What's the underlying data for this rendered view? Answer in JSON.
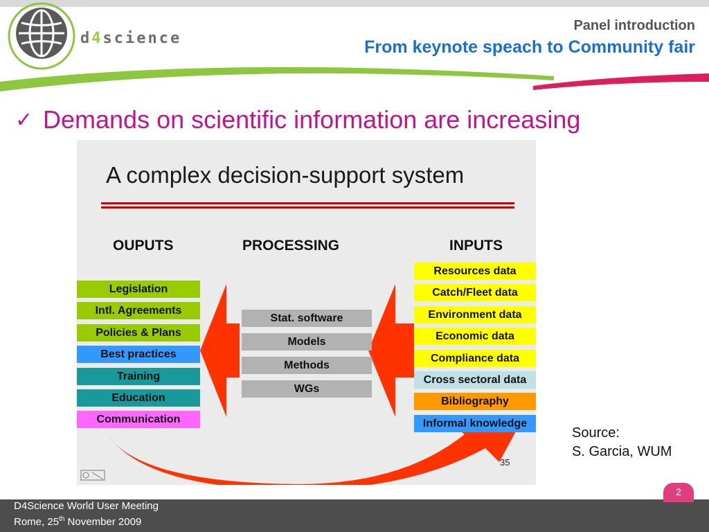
{
  "header": {
    "panel_intro": "Panel introduction",
    "title": "From keynote speach to Community fair",
    "logo_text_prefix": "d",
    "logo_text_four": "4",
    "logo_text_suffix": "science"
  },
  "bullet": {
    "check": "✓",
    "text": "Demands on scientific information are increasing"
  },
  "figure": {
    "title": "A complex decision-support system",
    "outputs_heading": "OUPUTS",
    "processing_heading": "PROCESSING",
    "inputs_heading": "INPUTS",
    "outputs": [
      {
        "label": "Legislation",
        "color": "#99cc00"
      },
      {
        "label": "Intl. Agreements",
        "color": "#99cc00"
      },
      {
        "label": "Policies & Plans",
        "color": "#99cc00"
      },
      {
        "label": "Best practices",
        "color": "#3399ff"
      },
      {
        "label": "Training",
        "color": "#199999"
      },
      {
        "label": "Education",
        "color": "#199999"
      },
      {
        "label": "Communication",
        "color": "#ff66ff"
      }
    ],
    "processing": [
      {
        "label": "Stat. software",
        "color": "#b2b2b2"
      },
      {
        "label": "Models",
        "color": "#b2b2b2"
      },
      {
        "label": "Methods",
        "color": "#b2b2b2"
      },
      {
        "label": "WGs",
        "color": "#b2b2b2"
      }
    ],
    "inputs": [
      {
        "label": "Resources data",
        "color": "#ffff00"
      },
      {
        "label": "Catch/Fleet  data",
        "color": "#ffff00"
      },
      {
        "label": "Environment data",
        "color": "#ffff00"
      },
      {
        "label": "Economic data",
        "color": "#ffff00"
      },
      {
        "label": "Compliance data",
        "color": "#ffff00"
      },
      {
        "label": "Cross sectoral data",
        "color": "#bfe0e4"
      },
      {
        "label": "Bibliography",
        "color": "#ff9900"
      },
      {
        "label": "Informal knowledge",
        "color": "#3399ff"
      }
    ],
    "page_number": "35",
    "arrow_color": "#ff3300"
  },
  "source": {
    "label": "Source:",
    "author": "S. Garcia, WUM"
  },
  "footer": {
    "line1": "D4Science World User Meeting",
    "line2_prefix": "Rome, 25",
    "line2_sup": "th",
    "line2_suffix": " November 2009",
    "slide_number": "2"
  },
  "colors": {
    "accent_magenta": "#c2138e",
    "title_blue": "#1a6fd0",
    "swoosh_green": "#8dc63f",
    "swoosh_pink": "#d91f5d",
    "footer_bg": "#4d4d4d"
  }
}
